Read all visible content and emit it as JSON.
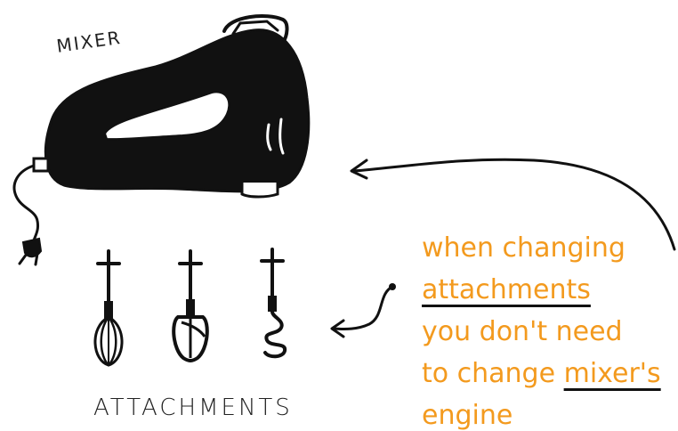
{
  "labels": {
    "mixer": "MIXER",
    "attachments": "ATTACHMENTS"
  },
  "note": {
    "line1": "when changing",
    "line2_underlined": "attachments",
    "line3": "you don't need",
    "line4_prefix": "to change ",
    "line4_underlined": "mixer's",
    "line5": "engine"
  },
  "colors": {
    "ink": "#111111",
    "note_text": "#f39a1e"
  },
  "icons": [
    "mixer-body-icon",
    "power-plug-icon",
    "whisk-icon",
    "beater-icon",
    "dough-hook-icon",
    "arrow-to-mixer-icon",
    "arrow-to-attachments-icon"
  ]
}
